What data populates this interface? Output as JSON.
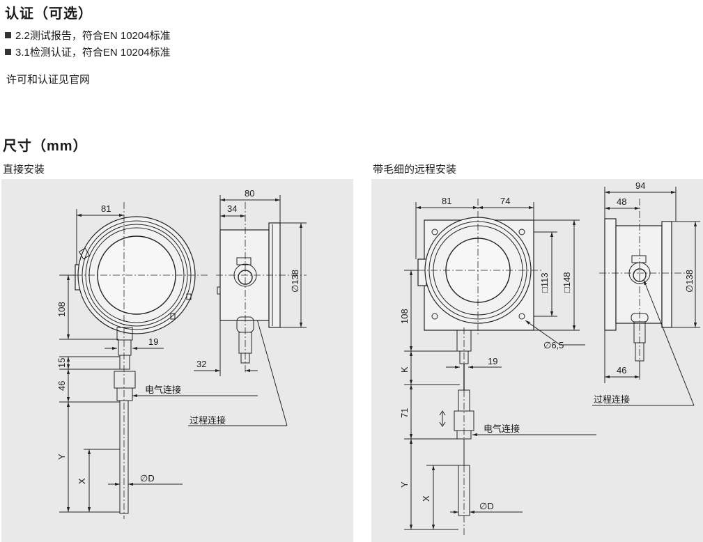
{
  "cert": {
    "heading": "认证（可选）",
    "items": [
      "2.2测试报告，符合EN 10204标准",
      "3.1检测认证，符合EN 10204标准"
    ],
    "note": "许可和认证见官网"
  },
  "dims": {
    "heading": "尺寸（mm）",
    "left": {
      "caption": "直接安装",
      "dim_81": "81",
      "dim_80": "80",
      "dim_34": "34",
      "dim_138": "∅138",
      "dim_108": "108",
      "dim_19": "19",
      "dim_15": "15",
      "dim_46": "46",
      "dim_32": "32",
      "dim_Y": "Y",
      "dim_X": "X",
      "dim_D": "∅D",
      "label_elec": "电气连接",
      "label_proc": "过程连接"
    },
    "right": {
      "caption": "带毛细的远程安装",
      "dim_81": "81",
      "dim_74": "74",
      "dim_94": "94",
      "dim_48": "48",
      "dim_138": "∅138",
      "dim_113": "□113",
      "dim_148": "□148",
      "dim_65": "∅6,5",
      "dim_108": "108",
      "dim_K": "K",
      "dim_19": "19",
      "dim_71": "71",
      "dim_Y": "Y",
      "dim_X": "X",
      "dim_D": "∅D",
      "dim_46": "46",
      "label_elec": "电气连接",
      "label_proc": "过程连接"
    }
  }
}
